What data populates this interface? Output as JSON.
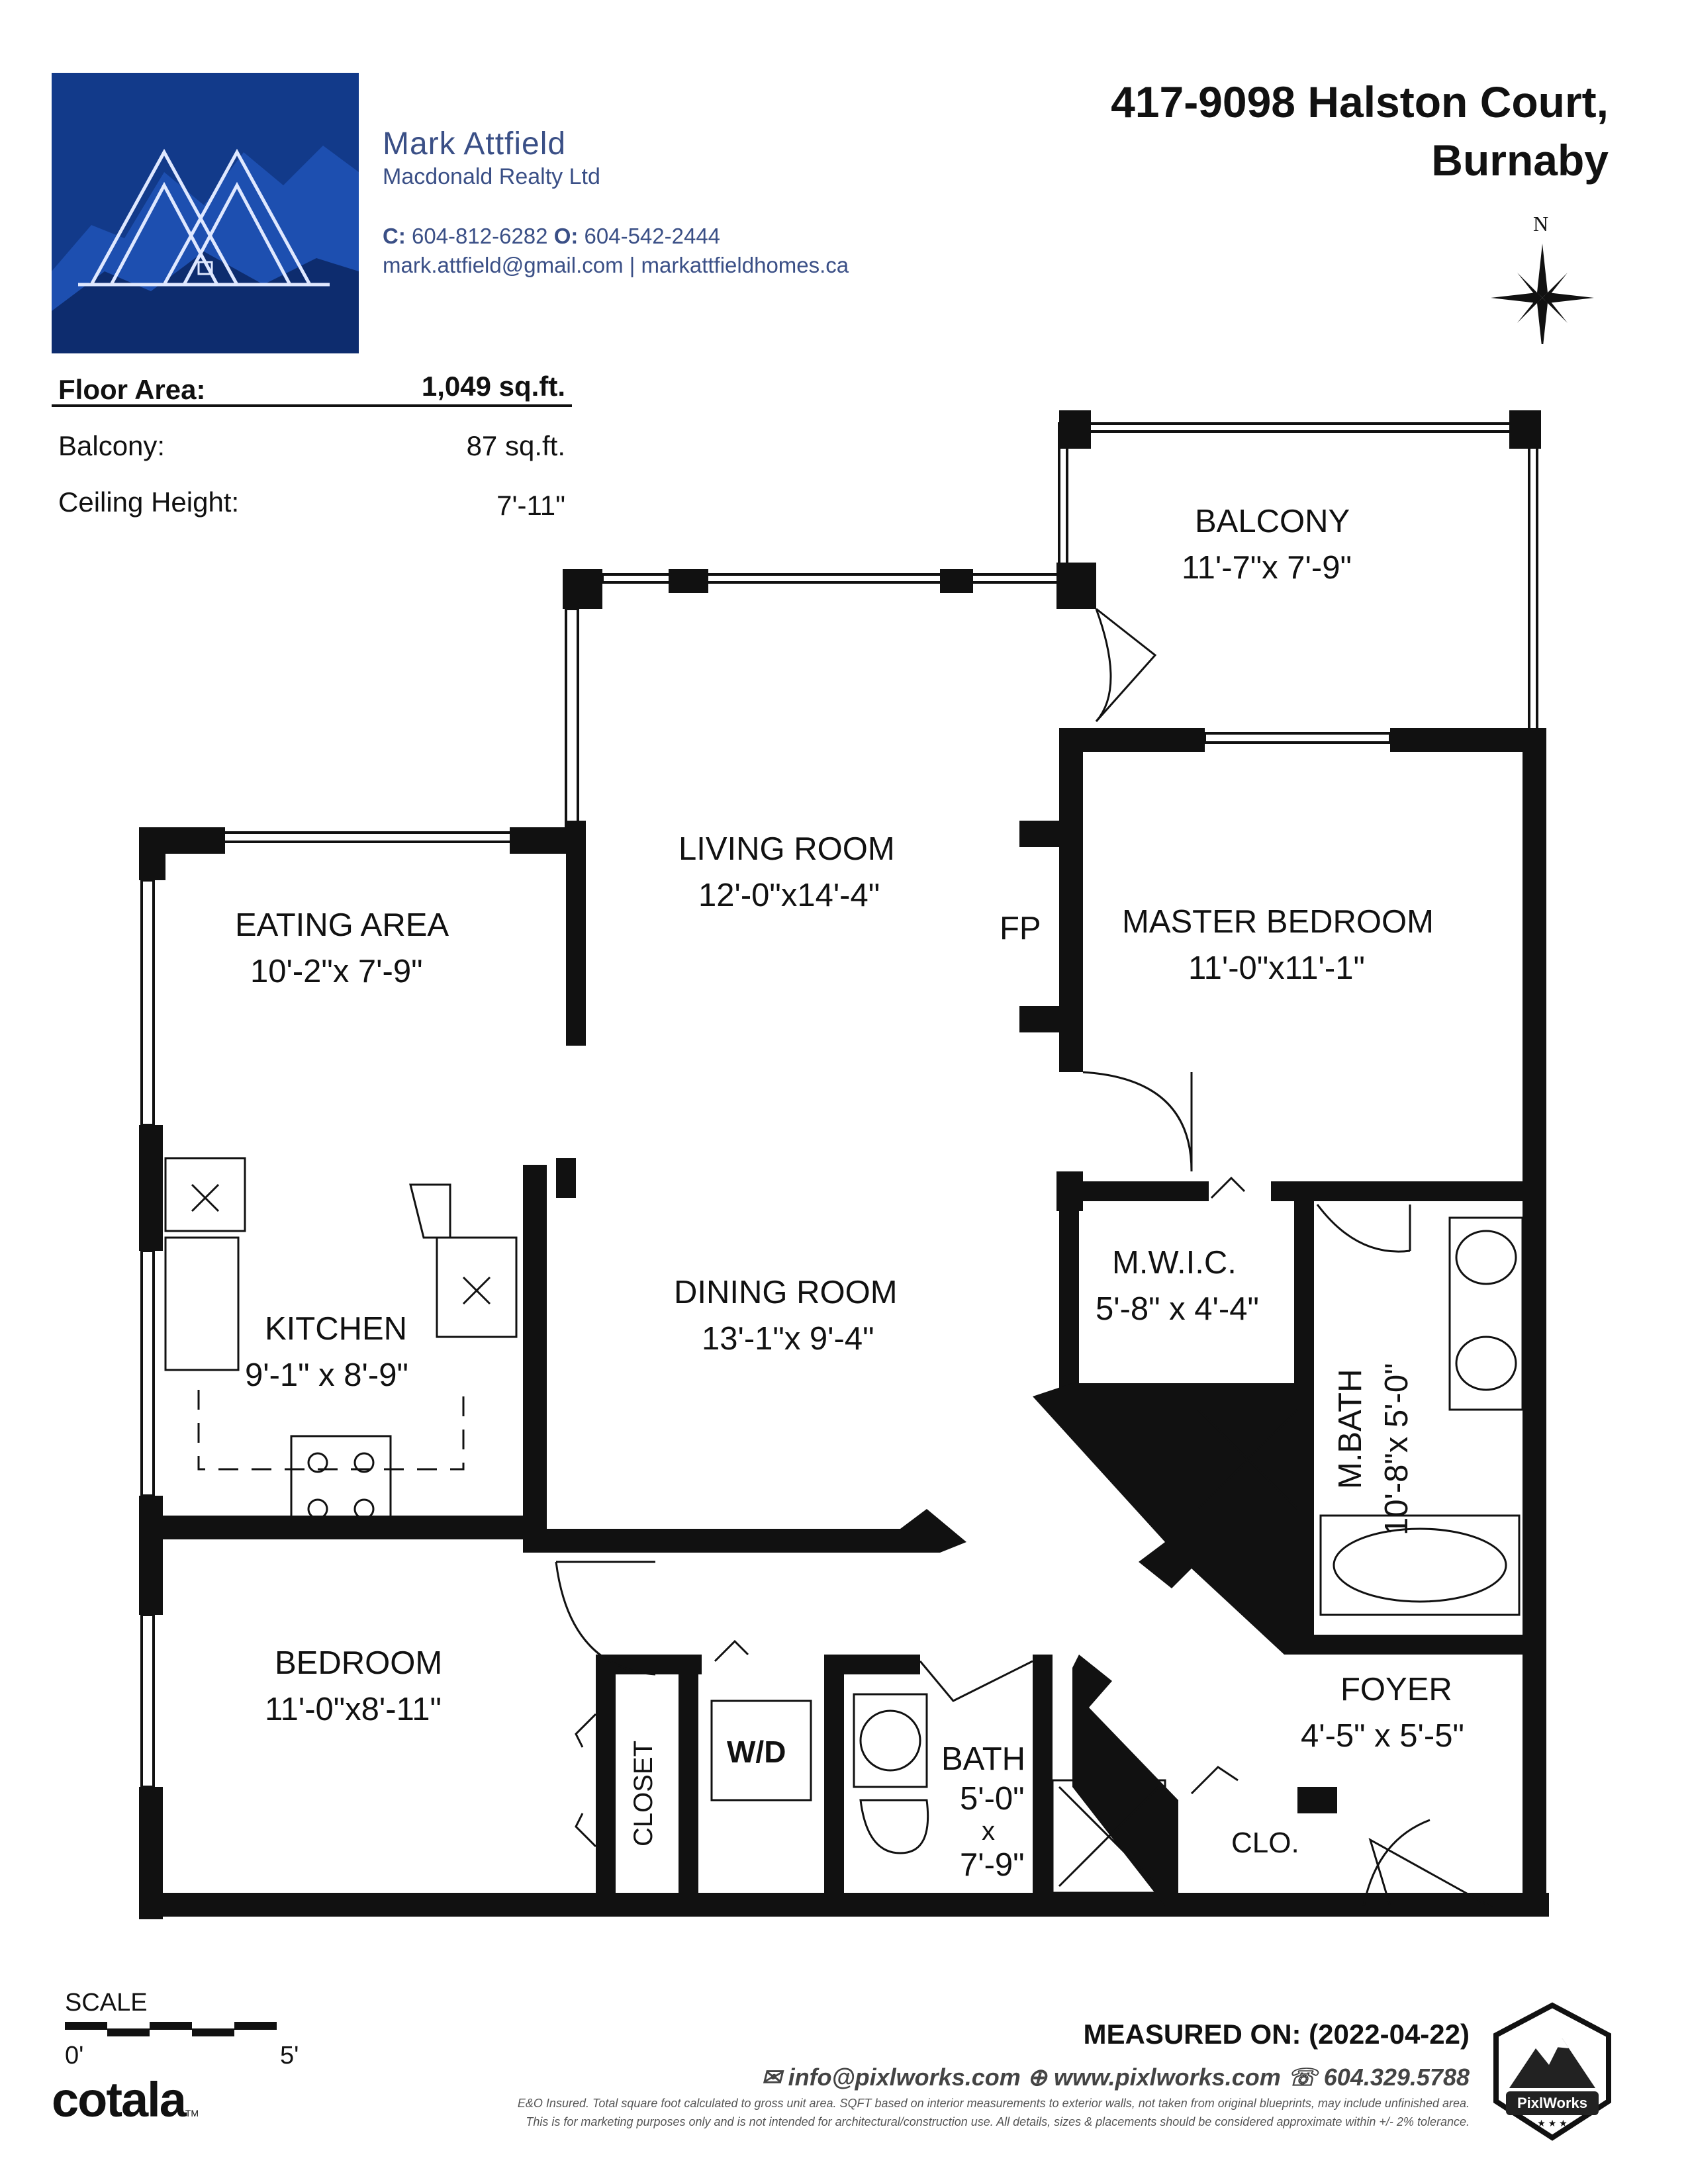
{
  "agent": {
    "name": "Mark Attfield",
    "company": "Macdonald Realty Ltd",
    "phone_cell_label": "C:",
    "phone_cell": "604-812-6282",
    "phone_office_label": "O:",
    "phone_office": "604-542-2444",
    "email": "mark.attfield@gmail.com",
    "separator": "|",
    "website": "markattfieldhomes.ca",
    "logo_color": "#123a8a"
  },
  "property": {
    "address_line1": "417-9098 Halston Court,",
    "address_line2": "Burnaby"
  },
  "compass": {
    "north_label": "N"
  },
  "stats": [
    {
      "label": "Floor Area:",
      "value": "1,049 sq.ft."
    },
    {
      "label": "Balcony:",
      "value": "87 sq.ft."
    },
    {
      "label": "Ceiling Height:",
      "value": "7'-11\""
    }
  ],
  "rooms": {
    "balcony": {
      "name": "BALCONY",
      "dims": "11'-7\"x 7'-9\""
    },
    "living": {
      "name": "LIVING ROOM",
      "dims": "12'-0\"x14'-4\""
    },
    "eating": {
      "name": "EATING AREA",
      "dims": "10'-2\"x 7'-9\""
    },
    "master": {
      "name": "MASTER BEDROOM",
      "dims": "11'-0\"x11'-1\""
    },
    "fireplace": {
      "name": "FP"
    },
    "dining": {
      "name": "DINING ROOM",
      "dims": "13'-1\"x 9'-4\""
    },
    "kitchen": {
      "name": "KITCHEN",
      "dims": "9'-1\" x 8'-9\""
    },
    "mwic": {
      "name": "M.W.I.C.",
      "dims": "5'-8\" x 4'-4\""
    },
    "mbath": {
      "name": "M.BATH",
      "dims": "10'-8\"x 5'-0\""
    },
    "bedroom": {
      "name": "BEDROOM",
      "dims": "11'-0\"x8'-11\""
    },
    "closet": {
      "name": "CLOSET"
    },
    "wd": {
      "name": "W/D"
    },
    "bath": {
      "name": "BATH",
      "dims_w": "5'-0\"",
      "dims_x": "x",
      "dims_h": "7'-9\""
    },
    "foyer": {
      "name": "FOYER",
      "dims": "4'-5\" x 5'-5\""
    },
    "clo": {
      "name": "CLO."
    }
  },
  "scale": {
    "label": "SCALE",
    "start": "0'",
    "end": "5'"
  },
  "footer": {
    "measured": "MEASURED ON: (2022-04-22)",
    "email": "info@pixlworks.com",
    "website": "www.pixlworks.com",
    "phone": "604.329.5788",
    "disclaimer1": "E&O Insured.  Total square foot calculated to gross unit area. SQFT based on interior measurements to exterior walls, not taken from original blueprints, may include unfinished area.",
    "disclaimer2": "This is for marketing purposes only and is not intended for architectural/construction use.  All details, sizes & placements should be considered approximate within +/- 2%  tolerance.",
    "cotala": "cotala",
    "tm": "TM",
    "badge_text": "PixlWorks"
  }
}
